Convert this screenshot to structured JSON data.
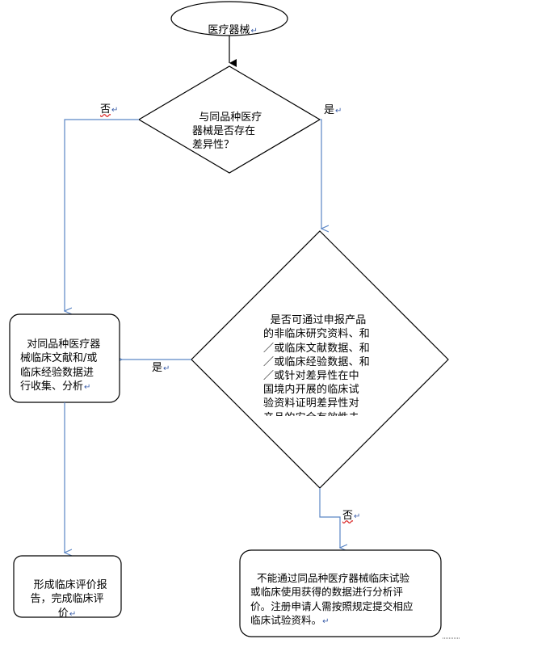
{
  "diagram": {
    "start": {
      "text": "医疗器械"
    },
    "decision1": {
      "text": "与同品种医疗\n器械是否存在\n差异性？"
    },
    "decision2": {
      "text": "是否可通过申报产品\n的非临床研究资料、和\n／或临床文献数据、和\n／或临床经验数据、和\n／或针对差异性在中\n国境内开展的临床试\n验资料证明差异性对\n产品的安全有效性未\n产生不利影响"
    },
    "box_collect": {
      "text": "对同品种医疗器\n械临床文献和/或\n临床经验数据进\n行收集、分析"
    },
    "box_report": {
      "text": "形成临床评价报\n告，完成临床评\n价"
    },
    "box_trial": {
      "text": "不能通过同品种医疗器械临床试验\n或临床使用获得的数据进行分析评\n价。注册申请人需按照规定提交相应\n临床试验资料。"
    },
    "labels": {
      "d1_no": "否",
      "d1_yes": "是",
      "d2_yes": "是",
      "d2_no": "否"
    },
    "paragraph_mark": "↵",
    "colors": {
      "outline": "#000000",
      "connector": "#5b86c5",
      "arrow_main": "#000000"
    }
  }
}
